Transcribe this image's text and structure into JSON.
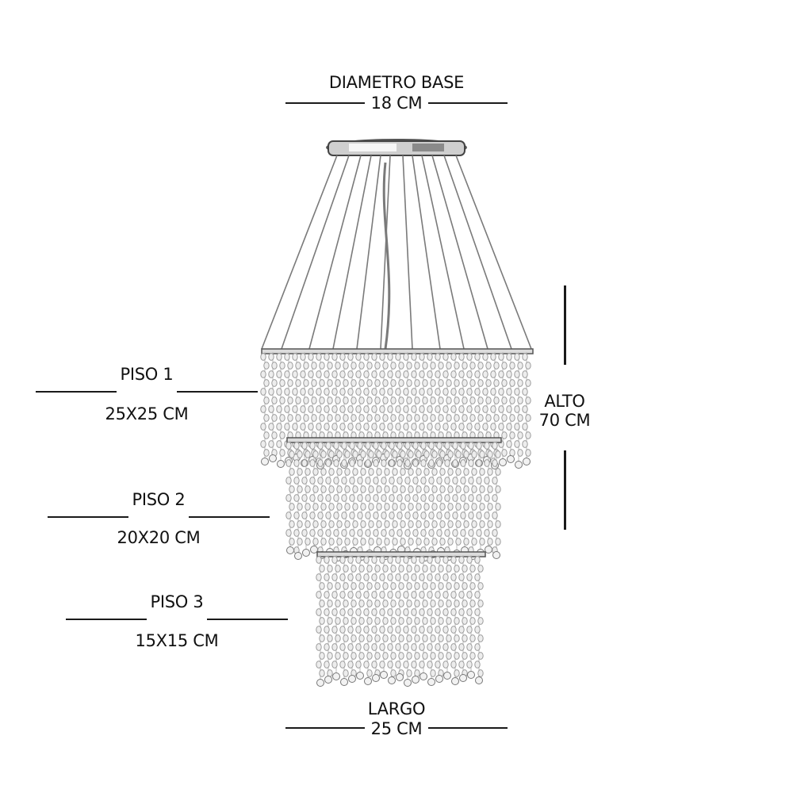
{
  "labels": {
    "diametro_base": "DIAMETRO BASE",
    "diametro_value": "18 CM",
    "piso1": "PISO 1",
    "piso1_value": "25X25 CM",
    "piso2": "PISO 2",
    "piso2_value": "20X20 CM",
    "piso3": "PISO 3",
    "piso3_value": "15X15 CM",
    "alto": "ALTO",
    "alto_value": "70 CM",
    "largo": "LARGO",
    "largo_value": "25 CM"
  },
  "colors": {
    "line": "#1a1a1a",
    "crystal": "#9a9a9a",
    "metal": "#7a7a7a"
  },
  "image": {
    "subject": "three-tier square crystal chandelier"
  }
}
